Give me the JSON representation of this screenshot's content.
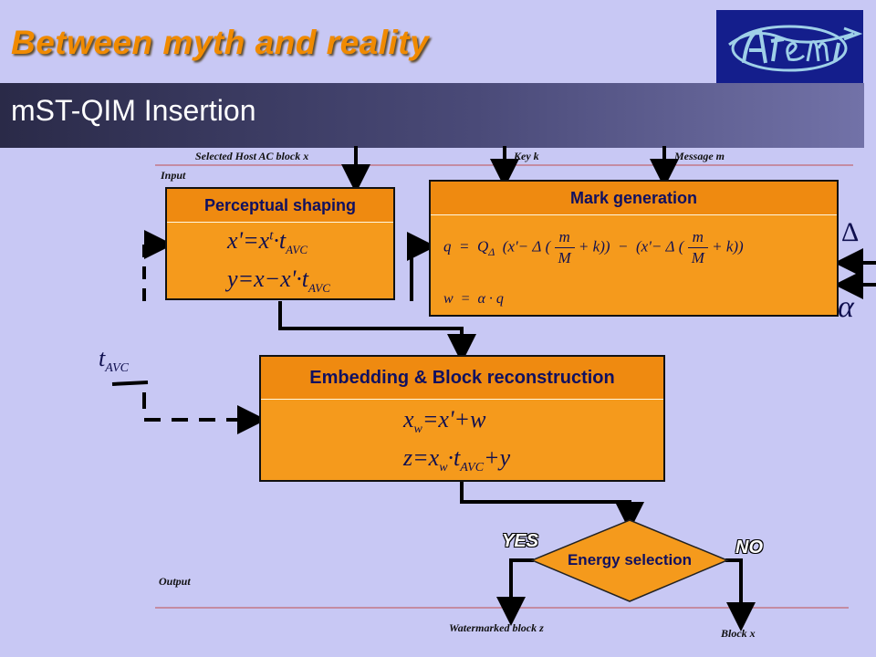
{
  "slide": {
    "title": "Between myth and reality",
    "subtitle": "mST-QIM Insertion"
  },
  "labels": {
    "host_block": "Selected Host AC block x",
    "key": "Key k",
    "message": "Message m",
    "input": "Input",
    "output": "Output",
    "watermarked": "Watermarked block z",
    "block_x": "Block x"
  },
  "boxes": {
    "perceptual": {
      "title": "Perceptual shaping",
      "eq1": "x'=xᵗ·tₐᵥᶜ",
      "eq2": "y=x−x'·tₐᵥᶜ"
    },
    "mark": {
      "title": "Mark generation",
      "eq1": "q = QΔ (x' − Δ ( m/M + k)) − (x' − Δ ( m/M + k))",
      "eq2": "w = α · q"
    },
    "embedding": {
      "title": "Embedding & Block reconstruction",
      "eq1": "x_w=x'+w",
      "eq2": "z=x_w·t_AVC+y"
    },
    "decision": {
      "title": "Energy selection",
      "yes": "YES",
      "no": "NO"
    }
  },
  "symbols": {
    "delta": "Δ",
    "alpha": "α",
    "t_avc": "t",
    "t_avc_sub": "AVC"
  },
  "colors": {
    "background": "#c8c8f4",
    "box_fill": "#f59a1c",
    "title_orange": "#f08a00",
    "logo_bg": "#141e8c"
  }
}
